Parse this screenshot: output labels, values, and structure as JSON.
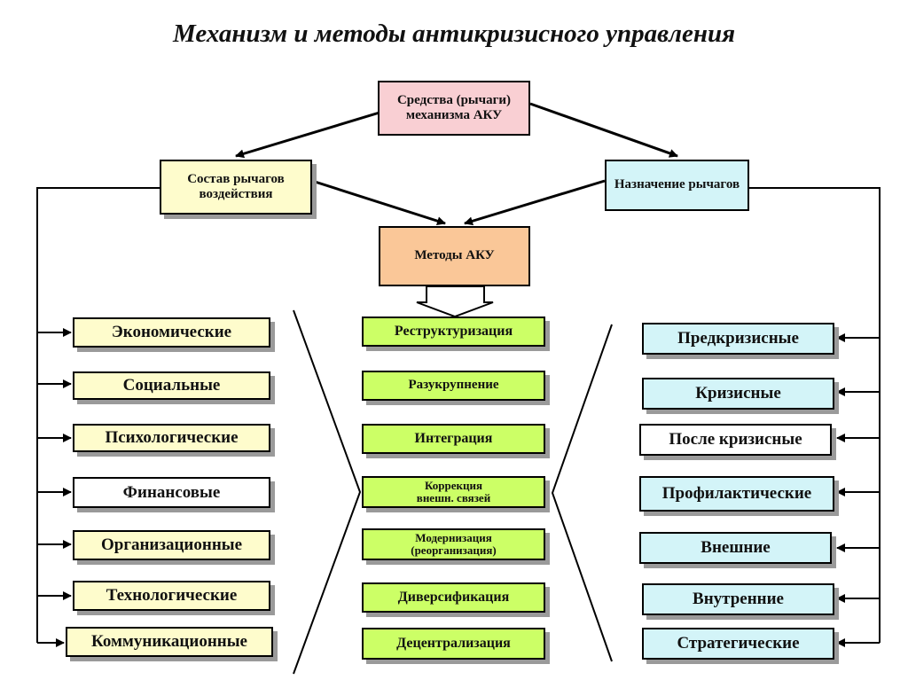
{
  "title": "Механизм и методы антикризисного управления",
  "top": {
    "means": "Средства (рычаги) механизма АКУ",
    "composition": "Состав рычагов воздействия",
    "purpose": "Назначение рычагов",
    "methods": "Методы АКУ"
  },
  "left_items": [
    "Экономические",
    "Социальные",
    "Психологические",
    "Финансовые",
    "Организационные",
    "Технологические",
    "Коммуникационные"
  ],
  "center_items": [
    "Реструктуризация",
    "Разукрупнение",
    "Интеграция",
    "Коррекция внешн. связей",
    "Модернизация (реорганизация)",
    "Диверсификация",
    "Децентрализация"
  ],
  "right_items": [
    "Предкризисные",
    "Кризисные",
    "После кризисные",
    "Профилактические",
    "Внешние",
    "Внутренние",
    "Стратегические"
  ],
  "colors": {
    "means_box": "#f9cfd3",
    "composition_box": "#fefccc",
    "purpose_box": "#d3f4f8",
    "methods_box": "#fac798",
    "center_boxes": "#ccff66"
  }
}
